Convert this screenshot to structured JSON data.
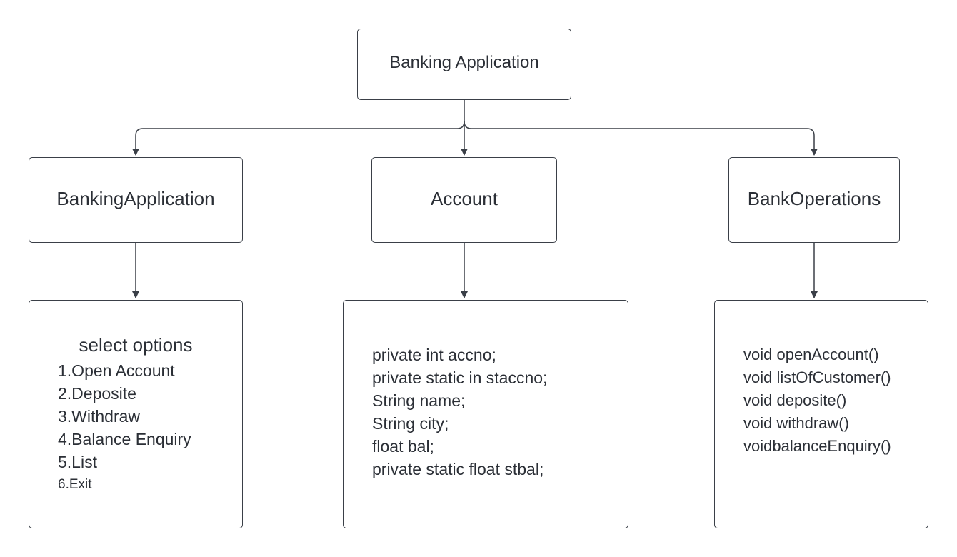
{
  "diagram": {
    "root": {
      "label": "Banking Application"
    },
    "nodes": [
      {
        "label": "BankingApplication"
      },
      {
        "label": "Account"
      },
      {
        "label": "BankOperations"
      }
    ],
    "details": {
      "banking_application": {
        "heading": "select options",
        "items": [
          "1.Open Account",
          "2.Deposite",
          "3.Withdraw",
          "4.Balance Enquiry",
          "5.List",
          "6.Exit"
        ]
      },
      "account": {
        "items": [
          "private int accno;",
          "private static in staccno;",
          "String name;",
          "String city;",
          "float bal;",
          "private static float stbal;"
        ]
      },
      "bank_operations": {
        "items": [
          "void openAccount()",
          "void listOfCustomer()",
          "void deposite()",
          "void withdraw()",
          "voidbalanceEnquiry()"
        ]
      }
    },
    "colors": {
      "line": "#3a3f47",
      "text": "#2b2f36",
      "background": "#ffffff"
    }
  }
}
